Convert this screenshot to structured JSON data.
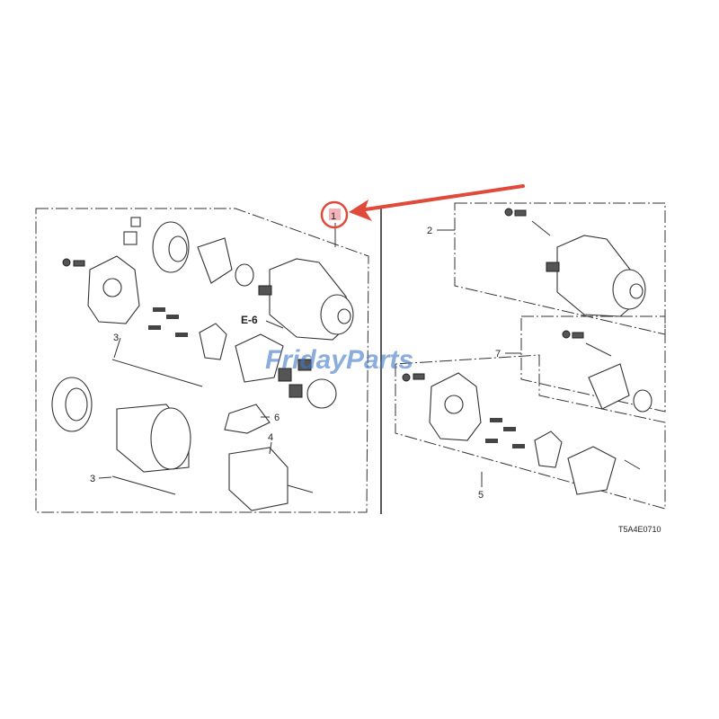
{
  "diagram": {
    "callouts": [
      {
        "id": "callout-1",
        "text": "1",
        "highlighted": true
      },
      {
        "id": "callout-2",
        "text": "2"
      },
      {
        "id": "callout-3a",
        "text": "3"
      },
      {
        "id": "callout-3b",
        "text": "3"
      },
      {
        "id": "callout-4",
        "text": "4"
      },
      {
        "id": "callout-5",
        "text": "5"
      },
      {
        "id": "callout-6",
        "text": "6"
      },
      {
        "id": "callout-7",
        "text": "7"
      }
    ],
    "reference": "E-6",
    "drawing_code": "T5A4E0710",
    "watermark": "FridayParts",
    "colors": {
      "highlight_circle": "#e04a3a",
      "arrow": "#e04a3a",
      "highlight_fill": "#f3b3b8",
      "watermark": "#3f78c6"
    }
  }
}
